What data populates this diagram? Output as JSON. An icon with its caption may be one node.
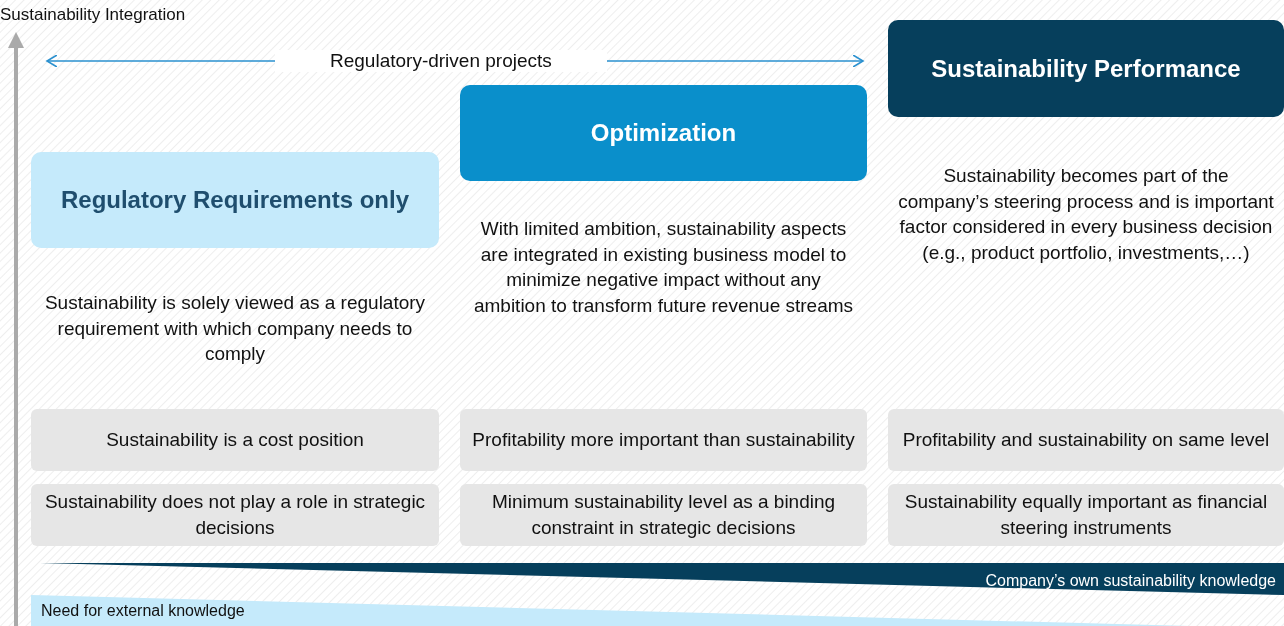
{
  "diagram": {
    "nodes": [
      {
        "text": [
          "Regulatory Requirements only"
        ],
        "beside": [
          "Sustainability is solely viewed as a regulatory requirement with which company needs to comply"
        ]
      },
      {
        "text": [
          "Optimization"
        ],
        "beside": [
          "With limited ambition, sustainability aspects are integrated in existing business model to minimize negative impact without any ambition to transform future revenue streams"
        ]
      },
      {
        "text": [
          "Sustainability Performance"
        ],
        "beside": [
          "Sustainability becomes part of the company’s steering process and is important factor considered in every business decision (e.g., product portfolio, investments,…)"
        ]
      },
      {
        "text": [
          "Sustainability is a cost position"
        ]
      },
      {
        "text": [
          "Profitability more important than sustainability"
        ]
      },
      {
        "text": [
          "Profitability and sustainability on same level"
        ]
      },
      {
        "text": [
          "Sustainability does not play a role in strategic decisions"
        ]
      },
      {
        "text": [
          "Minimum sustainability level as a binding constraint in strategic decisions"
        ]
      },
      {
        "text": [
          "Sustainability equally important as financial steering instruments"
        ]
      },
      {
        "text": [
          "Company’s own sustainability knowledge"
        ]
      },
      {
        "text": [
          "Need for external knowledge"
        ]
      }
    ],
    "edges": [],
    "labels": [
      "Sustainability Integration",
      "Regulatory-driven projects"
    ]
  }
}
